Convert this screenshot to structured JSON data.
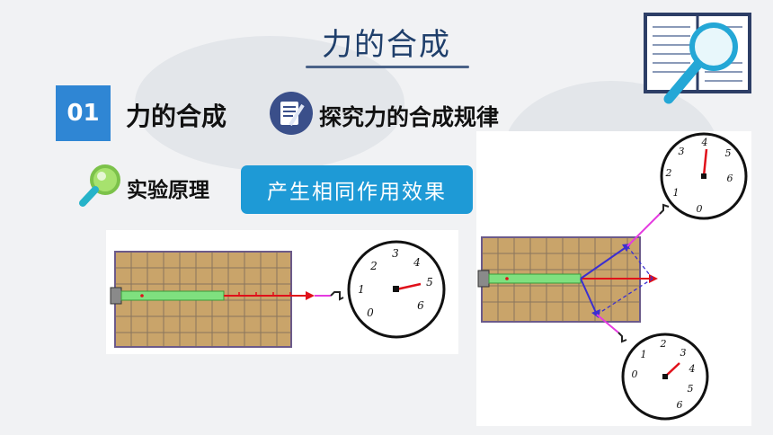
{
  "page_title": "力的合成",
  "section": {
    "number": "01",
    "title": "力的合成"
  },
  "subtitle": "探究力的合成规律",
  "principle": {
    "label": "实验原理",
    "effect": "产生相同作用效果"
  },
  "left_gauge": {
    "ticks": [
      "0",
      "1",
      "2",
      "3",
      "4",
      "5",
      "6"
    ]
  },
  "right_gauge_top": {
    "ticks": [
      "0",
      "1",
      "2",
      "3",
      "4",
      "5",
      "6"
    ]
  },
  "right_gauge_bottom": {
    "ticks": [
      "0",
      "1",
      "2",
      "3",
      "4",
      "5",
      "6"
    ]
  },
  "colors": {
    "accent_blue": "#2f86d4",
    "effect_box": "#1e9ad6",
    "board": "#c9a46a",
    "spring": "#7fe07f",
    "force_red": "#e0101a",
    "force_magenta": "#e53be0",
    "force_blue": "#3b2fd0"
  }
}
